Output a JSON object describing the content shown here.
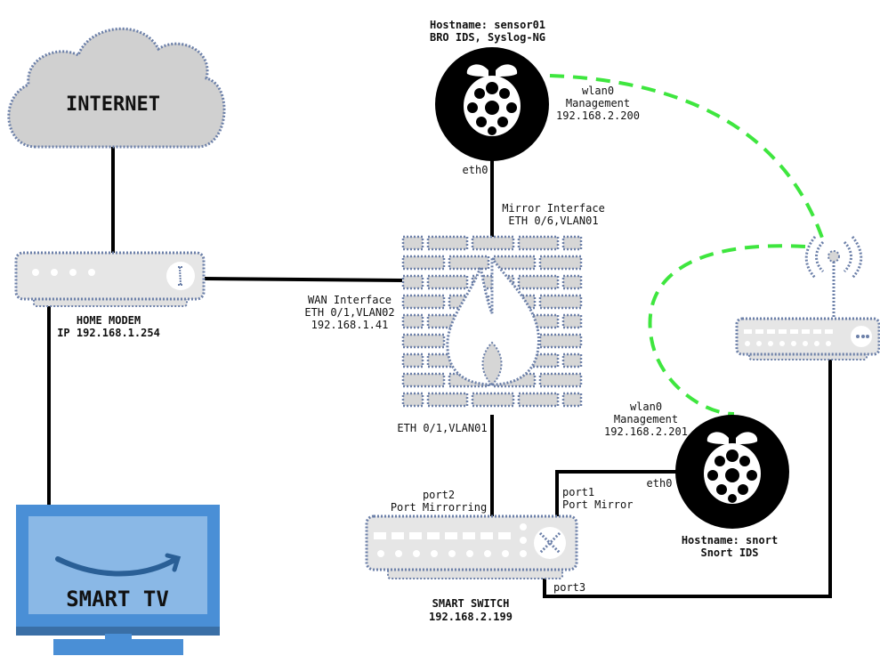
{
  "cloud": {
    "label": "INTERNET"
  },
  "modem": {
    "name": "HOME MODEM",
    "ip": "IP 192.168.1.254"
  },
  "tv": {
    "label": "SMART TV"
  },
  "firewall": {
    "wan_line1": "WAN Interface",
    "wan_line2": "ETH 0/1,VLAN02",
    "wan_line3": "192.168.1.41",
    "mirror_line1": "Mirror Interface",
    "mirror_line2": "ETH 0/6,VLAN01",
    "lan_label": "ETH 0/1,VLAN01"
  },
  "sensor01": {
    "hostname": "Hostname: sensor01",
    "services": "BRO IDS, Syslog-NG",
    "eth_label": "eth0",
    "wlan_line1": "wlan0",
    "wlan_line2": "Management",
    "wlan_line3": "192.168.2.200"
  },
  "snort": {
    "hostname": "Hostname: snort",
    "services": "Snort IDS",
    "eth_label": "eth0",
    "wlan_line1": "wlan0",
    "wlan_line2": "Management",
    "wlan_line3": "192.168.2.201"
  },
  "switch": {
    "name": "SMART SWITCH",
    "ip": "192.168.2.199",
    "port2_line1": "port2",
    "port2_line2": "Port Mirrorring",
    "port1_line1": "port1",
    "port1_line2": "Port Mirror",
    "port3": "port3"
  },
  "colors": {
    "wire": "#000000",
    "wifi_link": "#3ee63e",
    "device_outline": "#6b7fa8",
    "device_fill": "#e6e6e6",
    "tv_frame": "#4a8fd6",
    "tv_screen": "#8ab8e6",
    "raspberry_bg": "#000000"
  }
}
